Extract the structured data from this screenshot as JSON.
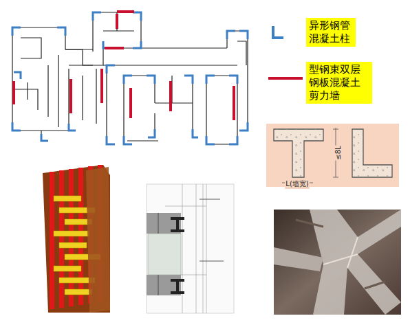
{
  "diagram": {
    "labels": [
      "L(墙宽)",
      "≤8L"
    ],
    "legend": [
      {
        "text": "异形钢管混凝土柱"
      },
      {
        "text": "型钢束双层钢板混凝土剪力墙"
      }
    ]
  }
}
